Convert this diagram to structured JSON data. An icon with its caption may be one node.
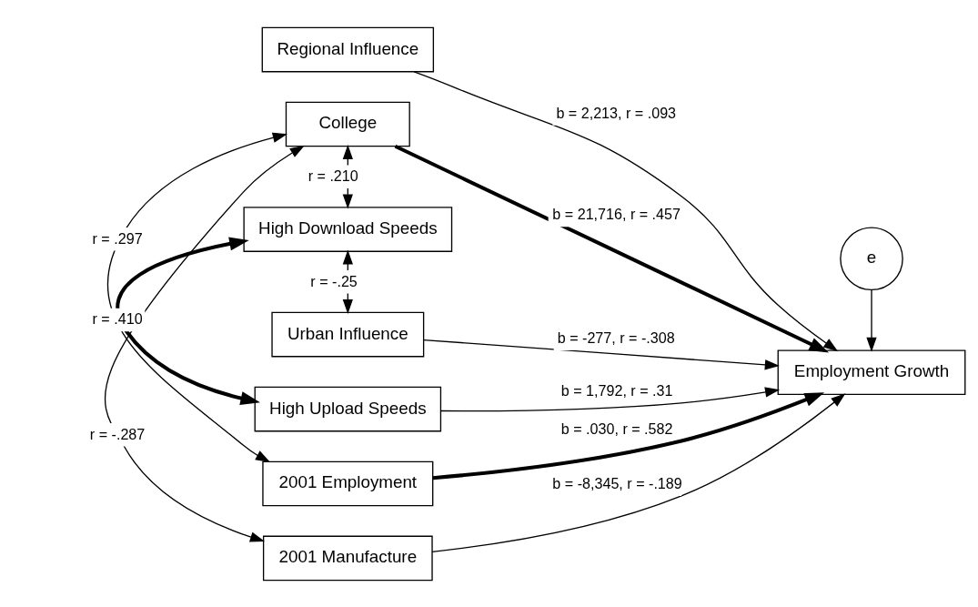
{
  "diagram": {
    "nodes": [
      {
        "text": [
          "Regional Influence"
        ]
      },
      {
        "text": [
          "College"
        ]
      },
      {
        "text": [
          "e"
        ]
      },
      {
        "text": [
          "High Upload Speeds"
        ]
      },
      {
        "text": [
          "High Download Speeds"
        ]
      },
      {
        "text": [
          "Urban Influence"
        ]
      },
      {
        "text": [
          "Employment Growth"
        ]
      },
      {
        "text": [
          "2001 Employment"
        ]
      },
      {
        "text": [
          "2001 Manufacture"
        ]
      }
    ],
    "edges": [
      {
        "from": 0,
        "to": 6,
        "arrow": "to",
        "label": "b = 2,213, r = .093"
      },
      {
        "from": 1,
        "to": 6,
        "arrow": "to",
        "label": "b = 21,716, r = .457",
        "style": "thick"
      },
      {
        "from": 2,
        "to": 6,
        "arrow": "to"
      },
      {
        "from": 3,
        "to": 6,
        "arrow": "to",
        "label": "b = 1,792, r = .31"
      },
      {
        "from": 5,
        "to": 6,
        "arrow": "to",
        "label": "b = -277, r = -.308"
      },
      {
        "from": 7,
        "to": 6,
        "arrow": "to",
        "label": "b = .030, r = .582",
        "style": "thick"
      },
      {
        "from": 8,
        "to": 6,
        "arrow": "to",
        "label": "b = -8,345, r = -.189"
      },
      {
        "from": 1,
        "to": 4,
        "arrow": "both",
        "label": "r = .210"
      },
      {
        "from": 3,
        "to": 4,
        "arrow": "both",
        "label": "r = .410",
        "style": "thick"
      },
      {
        "from": 1,
        "to": 7,
        "arrow": "both",
        "label": "r = .297"
      },
      {
        "from": 4,
        "to": 5,
        "arrow": "both",
        "label": "r = -.25"
      },
      {
        "from": 1,
        "to": 8,
        "arrow": "both",
        "label": "r = -.287"
      }
    ]
  }
}
